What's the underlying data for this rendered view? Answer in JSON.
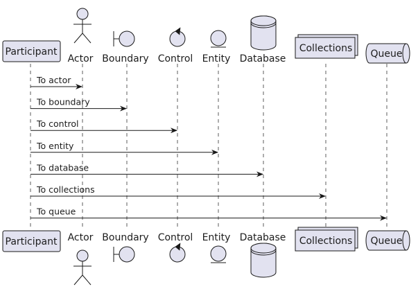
{
  "diagram": {
    "participants": [
      {
        "id": "participant",
        "kind": "participant",
        "name": "Participant"
      },
      {
        "id": "actor",
        "kind": "actor",
        "name": "Actor"
      },
      {
        "id": "boundary",
        "kind": "boundary",
        "name": "Boundary"
      },
      {
        "id": "control",
        "kind": "control",
        "name": "Control"
      },
      {
        "id": "entity",
        "kind": "entity",
        "name": "Entity"
      },
      {
        "id": "database",
        "kind": "database",
        "name": "Database"
      },
      {
        "id": "collections",
        "kind": "collections",
        "name": "Collections"
      },
      {
        "id": "queue",
        "kind": "queue",
        "name": "Queue"
      }
    ],
    "messages": [
      {
        "from": "participant",
        "to": "actor",
        "label": "To actor"
      },
      {
        "from": "participant",
        "to": "boundary",
        "label": "To boundary"
      },
      {
        "from": "participant",
        "to": "control",
        "label": "To control"
      },
      {
        "from": "participant",
        "to": "entity",
        "label": "To entity"
      },
      {
        "from": "participant",
        "to": "database",
        "label": "To database"
      },
      {
        "from": "participant",
        "to": "collections",
        "label": "To collections"
      },
      {
        "from": "participant",
        "to": "queue",
        "label": "To queue"
      }
    ],
    "colors": {
      "shape_fill": "#e2e2f0",
      "stroke": "#181818",
      "text": "#1c1c1c"
    }
  }
}
